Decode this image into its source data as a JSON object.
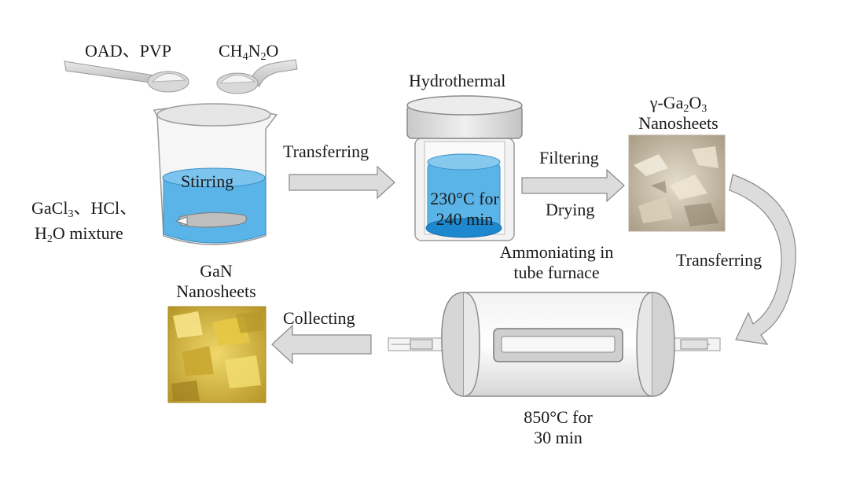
{
  "labels": {
    "oad_pvp": "OAD、PVP",
    "urea_a": "CH",
    "urea_s1": "4",
    "urea_b": "N",
    "urea_s2": "2",
    "urea_c": "O",
    "gacl_a": "GaCl",
    "gacl_s": "3",
    "gacl_b": "、HCl、",
    "h2o_a": "H",
    "h2o_s": "2",
    "h2o_b": "O mixture",
    "stirring": "Stirring",
    "transferring_1": "Transferring",
    "hydrothermal": "Hydrothermal",
    "temp1_l1": "230°C for",
    "temp1_l2": "240 min",
    "filtering": "Filtering",
    "drying": "Drying",
    "ga2o3_a": "γ-Ga",
    "ga2o3_s1": "2",
    "ga2o3_b": "O",
    "ga2o3_s2": "3",
    "ga2o3_l2": "Nanosheets",
    "transferring_2": "Transferring",
    "ammon_l1": "Ammoniating in",
    "ammon_l2": "tube furnace",
    "temp2_l1": "850°C for",
    "temp2_l2": "30 min",
    "collecting": "Collecting",
    "gan_l1": "GaN",
    "gan_l2": "Nanosheets"
  },
  "colors": {
    "arrow_fill": "#d9d9d9",
    "arrow_stroke": "#8a8a8a",
    "liquid": "#5ab4e8",
    "liquid_dark": "#2a95d6",
    "glass": "#eeeeee",
    "ga2o3_sample": "#cfc6b3",
    "gan_sample": "#d9bf3e"
  }
}
